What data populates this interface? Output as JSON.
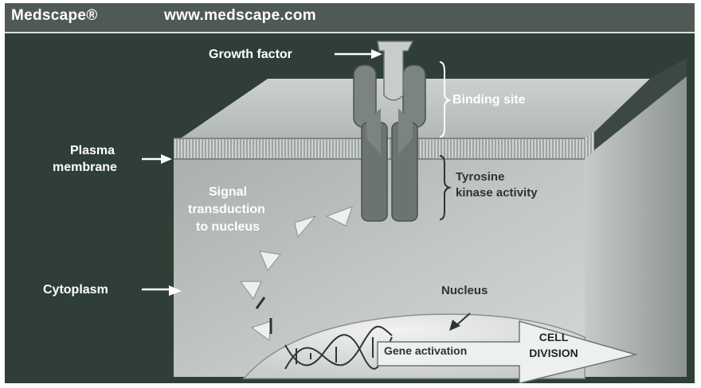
{
  "header": {
    "brand": "Medscape®",
    "url": "www.medscape.com"
  },
  "labels": {
    "growth_factor": "Growth factor",
    "binding_site": "Binding site",
    "plasma_membrane_1": "Plasma",
    "plasma_membrane_2": "membrane",
    "tyrosine_1": "Tyrosine",
    "tyrosine_2": "kinase activity",
    "signal_1": "Signal",
    "signal_2": "transduction",
    "signal_3": "to nucleus",
    "cytoplasm": "Cytoplasm",
    "nucleus": "Nucleus",
    "gene_activation": "Gene activation",
    "cell_division_1": "CELL",
    "cell_division_2": "DIVISION"
  },
  "colors": {
    "background": "#2f3f37",
    "header_bar": "#4e5a53",
    "cube_front": "#b9bebb",
    "cube_top": "#c2c6c3",
    "cube_side": "#9aa19d",
    "receptor": "#6f7773",
    "text_light": "#ffffff",
    "text_dark": "#2e3431"
  }
}
